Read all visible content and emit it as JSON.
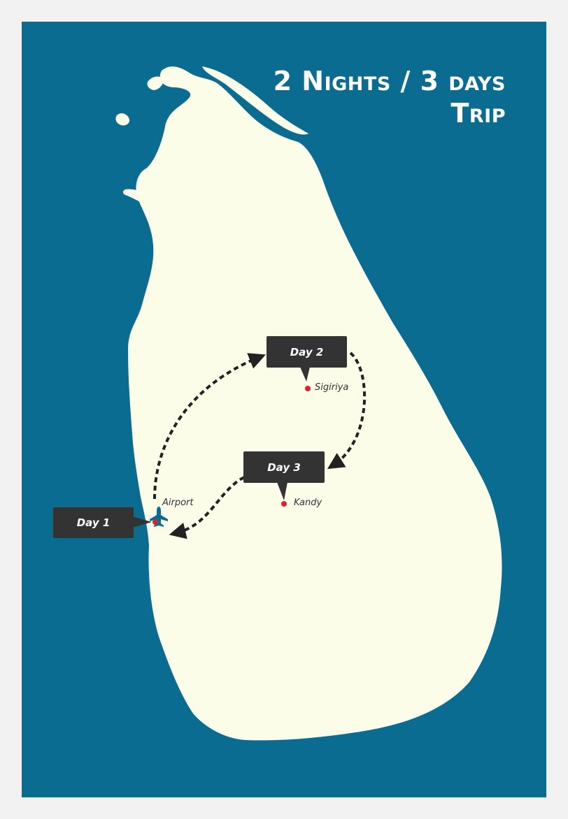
{
  "title": {
    "line1": "2 Nights / 3 days",
    "line2": "Trip"
  },
  "colors": {
    "ocean": "#0b6c91",
    "land": "#fbfde8",
    "border": "#f2f2f2",
    "callout": "#333333",
    "pin": "#e0202e",
    "route": "#222222"
  },
  "stops": [
    {
      "id": "day1",
      "callout": "Day 1",
      "place": "Airport",
      "icon": "airplane-icon"
    },
    {
      "id": "day2",
      "callout": "Day 2",
      "place": "Sigiriya",
      "icon": ""
    },
    {
      "id": "day3",
      "callout": "Day 3",
      "place": "Kandy",
      "icon": ""
    }
  ],
  "route": [
    "Airport",
    "Sigiriya",
    "Kandy",
    "Airport"
  ]
}
